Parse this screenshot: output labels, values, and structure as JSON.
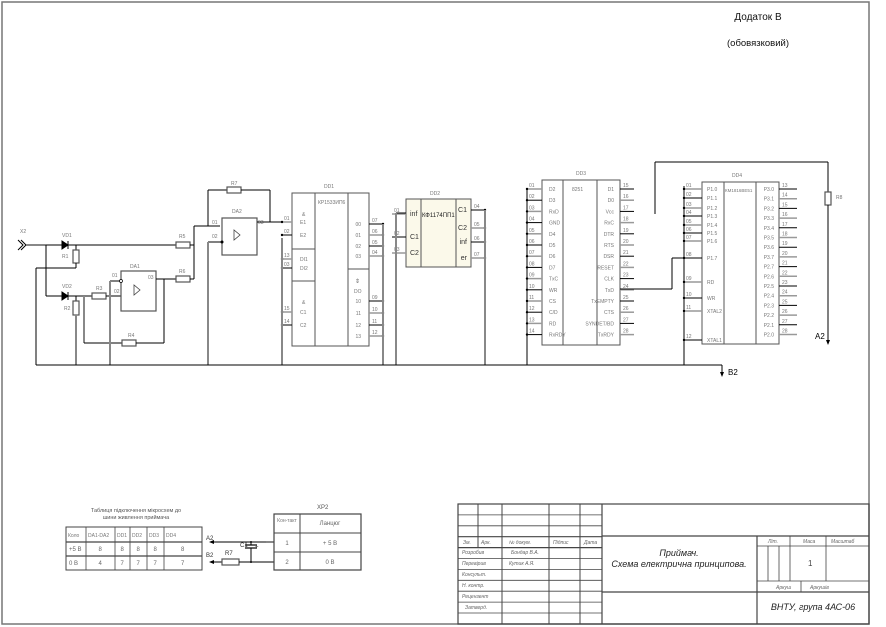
{
  "header": {
    "appendix": "Додаток В",
    "mandatory": "(обовязковий)"
  },
  "schematic": {
    "connector_x2": "X2",
    "bus_labels": {
      "a2": "A2",
      "b2": "B2"
    },
    "diodes": [
      "VD1",
      "VD2"
    ],
    "resistors": [
      "R1",
      "R2",
      "R3",
      "R4",
      "R5",
      "R6",
      "R7",
      "R8"
    ],
    "opamps": [
      {
        "ref": "DA1",
        "pins": [
          "01",
          "02",
          "03"
        ]
      },
      {
        "ref": "DA2",
        "pins": [
          "01",
          "02",
          "03"
        ]
      }
    ],
    "dd1": {
      "ref": "DD1",
      "part": "КР1533ИП6",
      "left_pins": [
        {
          "num": "01",
          "label": "E1"
        },
        {
          "num": "02",
          "label": "E2"
        },
        {
          "num": "13",
          "label": "DI1"
        },
        {
          "num": "03",
          "label": "DI2"
        },
        {
          "num": "15",
          "label": "C1"
        },
        {
          "num": "14",
          "label": "C2"
        }
      ],
      "left_groups": [
        "&",
        "&"
      ],
      "right_pins": [
        {
          "num": "07",
          "label": "00"
        },
        {
          "num": "06",
          "label": "01"
        },
        {
          "num": "05",
          "label": "02"
        },
        {
          "num": "04",
          "label": "03"
        },
        {
          "num": "09",
          "label": "10"
        },
        {
          "num": "10",
          "label": "11"
        },
        {
          "num": "11",
          "label": "12"
        },
        {
          "num": "12",
          "label": "13"
        }
      ],
      "right_group": [
        "⇕",
        "DO"
      ]
    },
    "dd2": {
      "ref": "DD2",
      "part": "КФ1174ПП1",
      "left_pins": [
        {
          "num": "01",
          "label": "inf"
        },
        {
          "num": "02",
          "label": "C1"
        },
        {
          "num": "03",
          "label": "C2"
        }
      ],
      "right_pins": [
        {
          "num": "04",
          "label": "C1"
        },
        {
          "num": "05",
          "label": "C2"
        },
        {
          "num": "06",
          "label": "inf"
        },
        {
          "num": "07",
          "label": "er"
        }
      ]
    },
    "dd3": {
      "ref": "DD3",
      "part": "8251",
      "left_pins": [
        {
          "num": "01",
          "label": "D2"
        },
        {
          "num": "02",
          "label": "D3"
        },
        {
          "num": "03",
          "label": "RxD"
        },
        {
          "num": "04",
          "label": "GND"
        },
        {
          "num": "05",
          "label": "D4"
        },
        {
          "num": "06",
          "label": "D5"
        },
        {
          "num": "07",
          "label": "D6"
        },
        {
          "num": "08",
          "label": "D7"
        },
        {
          "num": "09",
          "label": "TxC"
        },
        {
          "num": "10",
          "label": "WR"
        },
        {
          "num": "11",
          "label": "CS"
        },
        {
          "num": "12",
          "label": "C/D"
        },
        {
          "num": "13",
          "label": "RD"
        },
        {
          "num": "14",
          "label": "RxRDY"
        }
      ],
      "right_pins": [
        {
          "num": "15",
          "label": "D1"
        },
        {
          "num": "16",
          "label": "D0"
        },
        {
          "num": "17",
          "label": "Vcc"
        },
        {
          "num": "18",
          "label": "RxC"
        },
        {
          "num": "19",
          "label": "DTR"
        },
        {
          "num": "20",
          "label": "RTS"
        },
        {
          "num": "21",
          "label": "DSR"
        },
        {
          "num": "22",
          "label": "RESET"
        },
        {
          "num": "23",
          "label": "CLK"
        },
        {
          "num": "24",
          "label": "TxD"
        },
        {
          "num": "25",
          "label": "TxEMPTY"
        },
        {
          "num": "26",
          "label": "CTS"
        },
        {
          "num": "27",
          "label": "SYNDET/BD"
        },
        {
          "num": "28",
          "label": "TxRDY"
        }
      ]
    },
    "dd4": {
      "ref": "DD4",
      "part": "КМ1816ВЕ51",
      "left_pins": [
        {
          "num": "01",
          "label": "P1.0"
        },
        {
          "num": "02",
          "label": "P1.1"
        },
        {
          "num": "03",
          "label": "P1.2"
        },
        {
          "num": "04",
          "label": "P1.3"
        },
        {
          "num": "05",
          "label": "P1.4"
        },
        {
          "num": "06",
          "label": "P1.5"
        },
        {
          "num": "07",
          "label": "P1.6"
        },
        {
          "num": "08",
          "label": "P1.7"
        },
        {
          "num": "09",
          "label": "RD"
        },
        {
          "num": "10",
          "label": "WR"
        },
        {
          "num": "11",
          "label": "XTAL2"
        },
        {
          "num": "12",
          "label": "XTAL1"
        }
      ],
      "right_pins": [
        {
          "num": "13",
          "label": "P3.0"
        },
        {
          "num": "14",
          "label": "P3.1"
        },
        {
          "num": "15",
          "label": "P3.2"
        },
        {
          "num": "16",
          "label": "P3.3"
        },
        {
          "num": "17",
          "label": "P3.4"
        },
        {
          "num": "18",
          "label": "P3.5"
        },
        {
          "num": "19",
          "label": "P3.6"
        },
        {
          "num": "20",
          "label": "P3.7"
        },
        {
          "num": "21",
          "label": "P2.7"
        },
        {
          "num": "22",
          "label": "P2.6"
        },
        {
          "num": "23",
          "label": "P2.5"
        },
        {
          "num": "24",
          "label": "P2.4"
        },
        {
          "num": "25",
          "label": "P2.3"
        },
        {
          "num": "26",
          "label": "P2.2"
        },
        {
          "num": "27",
          "label": "P2.1"
        },
        {
          "num": "28",
          "label": "P2.0"
        }
      ]
    }
  },
  "power_table": {
    "title": [
      "Таблиця підключення мікросхем до",
      "шини живлення приймача"
    ],
    "headers": [
      "Коло",
      "DA1-DA2",
      "DD1",
      "DD2",
      "DD3",
      "DD4"
    ],
    "rows": [
      [
        "+5 В",
        "8",
        "8",
        "8",
        "8",
        "8"
      ],
      [
        "0 В",
        "4",
        "7",
        "7",
        "7",
        "7"
      ]
    ]
  },
  "power_circuit": {
    "a2": "A2",
    "b2": "B2",
    "r7": "R7",
    "c1": "C1",
    "c1_polarity": "+"
  },
  "xp2": {
    "title": "XP2",
    "headers": [
      "Кон-такт",
      "Ланцюг"
    ],
    "rows": [
      [
        "1",
        "+ 5 В"
      ],
      [
        "2",
        "0 В"
      ]
    ]
  },
  "title_block": {
    "col_headers": [
      "Зм.",
      "Арк.",
      "№ докум.",
      "Підпис",
      "Дата"
    ],
    "roles": [
      {
        "role": "Розробив",
        "name": "Бондар В.А."
      },
      {
        "role": "Перевірив",
        "name": "Кутик А.Я."
      },
      {
        "role": "Консульт.",
        "name": ""
      },
      {
        "role": "Н. контр.",
        "name": ""
      },
      {
        "role": "Рецензент",
        "name": ""
      },
      {
        "role": "Затверд.",
        "name": ""
      }
    ],
    "doc_title_1": "Приймач.",
    "doc_title_2": "Схема електрична принципова.",
    "lit_label": "Літ.",
    "mass_label": "Маса",
    "scale_label": "Масштаб",
    "mass_value": "1",
    "sheet_label": "Аркуш",
    "sheets_label": "Аркушів",
    "organization": "ВНТУ, група 4АС-06"
  }
}
